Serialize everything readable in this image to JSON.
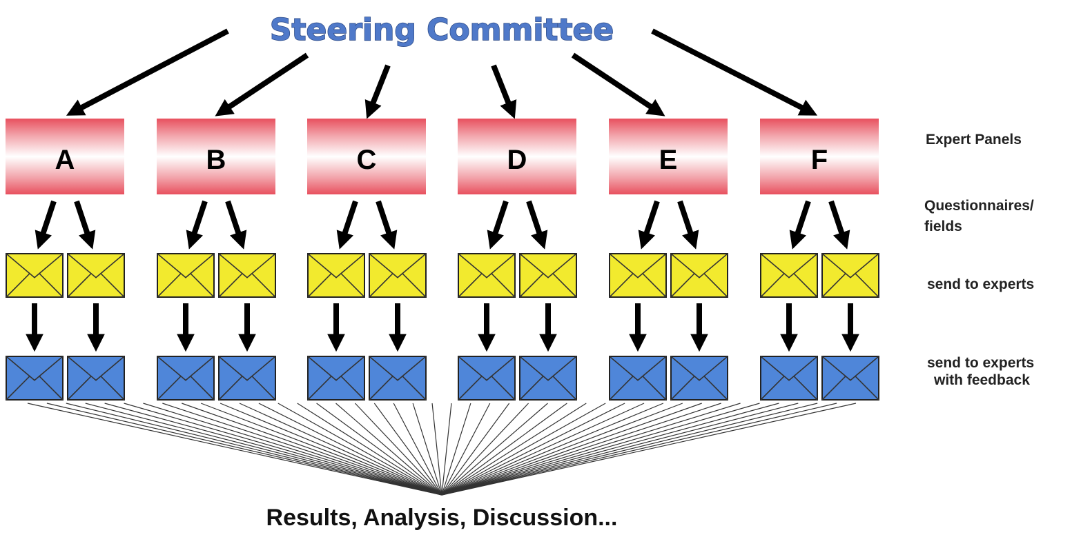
{
  "title": "Steering Committee",
  "panels": [
    {
      "label": "A"
    },
    {
      "label": "B"
    },
    {
      "label": "C"
    },
    {
      "label": "D"
    },
    {
      "label": "E"
    },
    {
      "label": "F"
    }
  ],
  "row_labels": {
    "expert_panels": "Expert Panels",
    "questionnaires_line1": "Questionnaires/",
    "questionnaires_line2": "fields",
    "send_to_experts": "send to experts",
    "feedback_line1": "send to experts",
    "feedback_line2": "with feedback"
  },
  "results": "Results, Analysis, Discussion...",
  "colors": {
    "panel_band": "#e8505e",
    "envelope_yellow": "#f2ea2e",
    "envelope_blue": "#4f86d9",
    "title_fill": "#4f79c9",
    "arrow": "#000000"
  },
  "icons": {
    "envelope": "envelope-icon",
    "arrow": "arrow-down-icon"
  }
}
